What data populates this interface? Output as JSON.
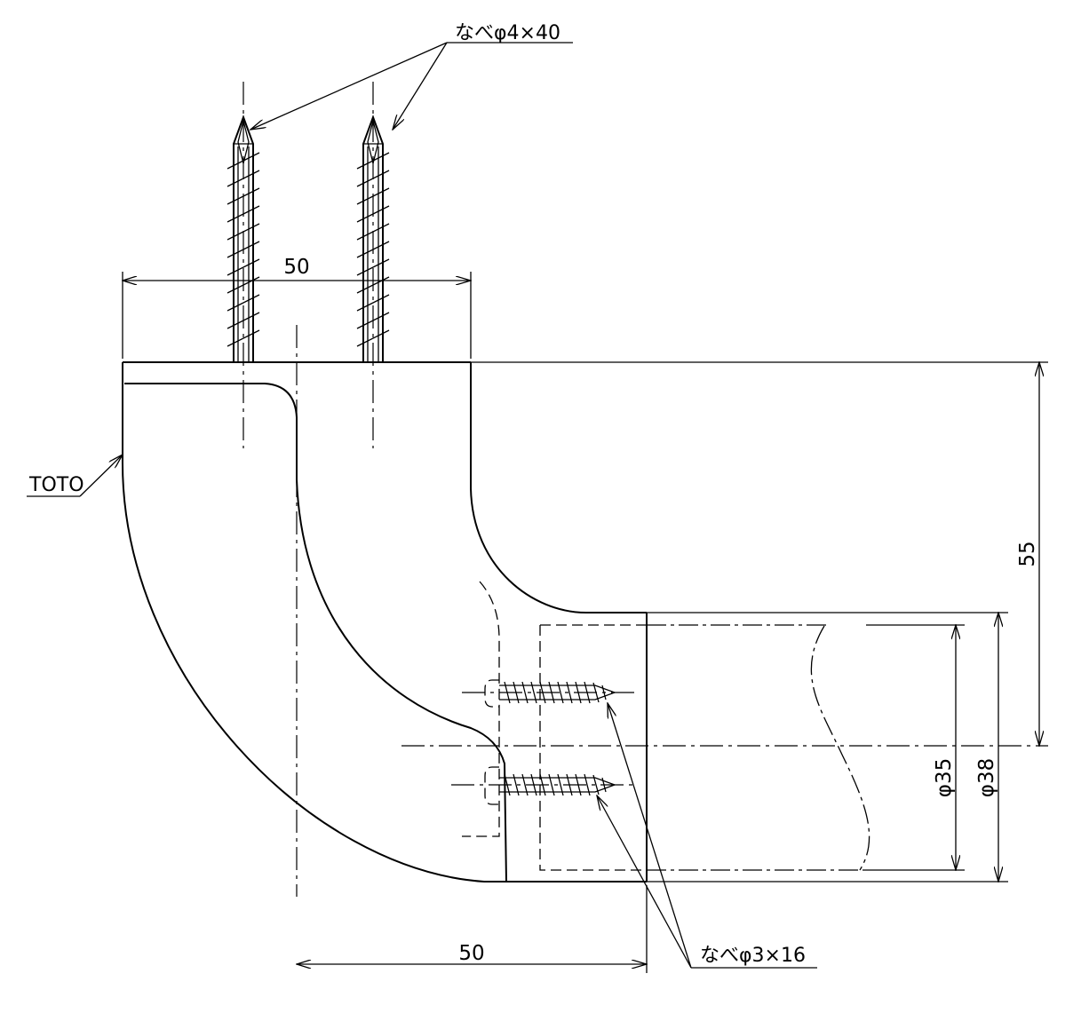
{
  "labels": {
    "screw_large": "なべφ4×40",
    "screw_small": "なべφ3×16",
    "brand": "TOTO"
  },
  "dimensions": {
    "top_width": "50",
    "bottom_width": "50",
    "height": "55",
    "inner_dia": "φ35",
    "outer_dia": "φ38"
  }
}
